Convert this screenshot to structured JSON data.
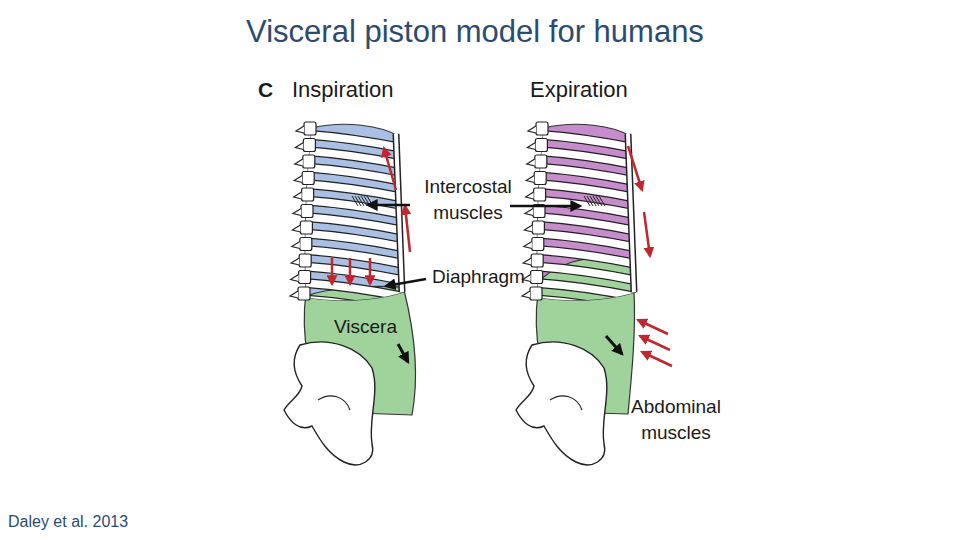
{
  "diagram": {
    "title": "Visceral piston model for humans",
    "caption": "Daley et al. 2013",
    "labels": [
      "C",
      "Inspiration",
      "Expiration",
      "Intercostal muscles",
      "Diaphragm",
      "Viscera",
      "Abdominal muscles"
    ]
  }
}
